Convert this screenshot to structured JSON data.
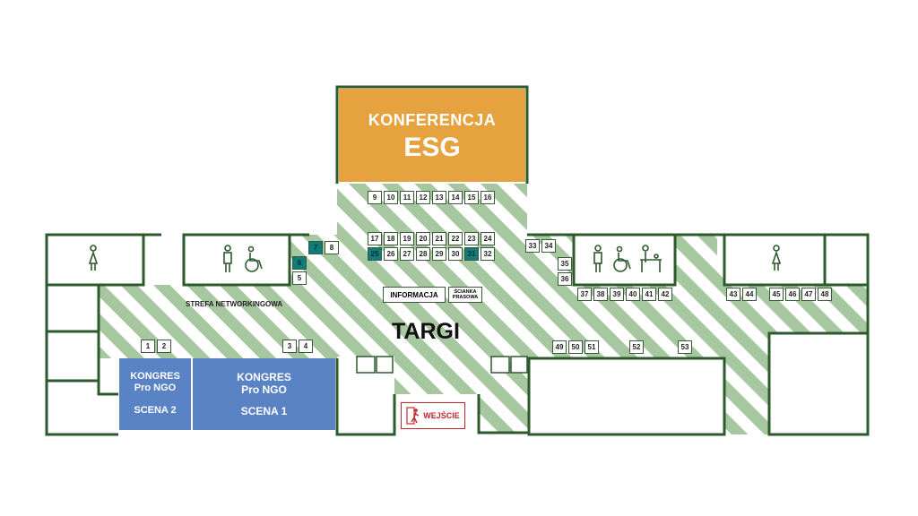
{
  "colors": {
    "wall": "#2d5a2d",
    "stripe": "#a7c7a0",
    "conference": "#e6a23e",
    "congress": "#5a83c5",
    "teal_booth": "#0f7b7b",
    "entrance": "#c0282b"
  },
  "conference": {
    "line1": "KONFERENCJA",
    "line2": "ESG"
  },
  "congress_stage2": {
    "line1": "KONGRES",
    "line2": "Pro NGO",
    "line3": "SCENA 2"
  },
  "congress_stage1": {
    "line1": "KONGRES",
    "line2": "Pro NGO",
    "line3": "SCENA 1"
  },
  "fair_label": "TARGI",
  "networking_label": "STREFA NETWORKINGOWA",
  "info_label": "INFORMACJA",
  "press_wall": {
    "line1": "ŚCIANKA",
    "line2": "PRASOWA"
  },
  "entrance_label": "WEJŚCIE",
  "icons": [
    "female-restroom-icon",
    "male-restroom-icon",
    "wheelchair-icon",
    "baby-changing-icon",
    "exit-walk-icon"
  ],
  "booths": {
    "b1": "1",
    "b2": "2",
    "b3": "3",
    "b4": "4",
    "b5": "5",
    "b6": "6",
    "b7": "7",
    "b8": "8",
    "b9": "9",
    "b10": "10",
    "b11": "11",
    "b12": "12",
    "b13": "13",
    "b14": "14",
    "b15": "15",
    "b16": "16",
    "b17": "17",
    "b18": "18",
    "b19": "19",
    "b20": "20",
    "b21": "21",
    "b22": "22",
    "b23": "23",
    "b24": "24",
    "b25": "25",
    "b26": "26",
    "b27": "27",
    "b28": "28",
    "b29": "29",
    "b30": "30",
    "b31": "31",
    "b32": "32",
    "b33": "33",
    "b34": "34",
    "b35": "35",
    "b36": "36",
    "b37": "37",
    "b38": "38",
    "b39": "39",
    "b40": "40",
    "b41": "41",
    "b42": "42",
    "b43": "43",
    "b44": "44",
    "b45": "45",
    "b46": "46",
    "b47": "47",
    "b48": "48",
    "b49": "49",
    "b50": "50",
    "b51": "51",
    "b52": "52",
    "b53": "53"
  },
  "highlighted_booths": [
    "6",
    "7",
    "25",
    "31"
  ]
}
